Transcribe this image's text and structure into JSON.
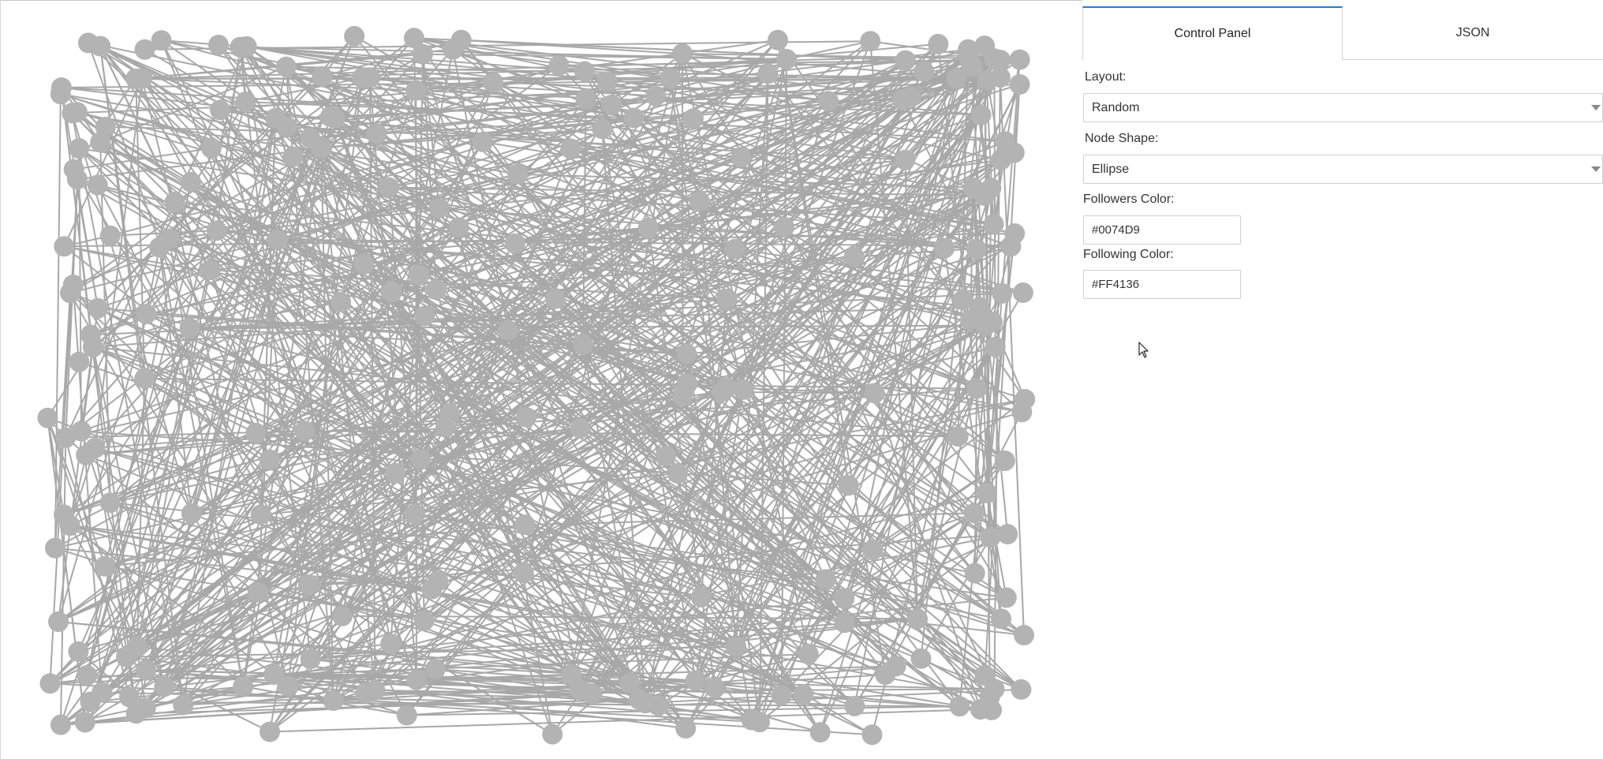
{
  "tabs": [
    {
      "label": "Control Panel",
      "active": true
    },
    {
      "label": "JSON",
      "active": false
    }
  ],
  "controls": {
    "layout": {
      "label": "Layout:",
      "value": "Random"
    },
    "node_shape": {
      "label": "Node Shape:",
      "value": "Ellipse"
    },
    "followers_color": {
      "label": "Followers Color:",
      "value": "#0074D9"
    },
    "following_color": {
      "label": "Following Color:",
      "value": "#FF4136"
    }
  },
  "graph": {
    "node_color": "#b3b3b3",
    "edge_color": "#a8a8a8",
    "node_count": 250,
    "edge_count": 900
  },
  "colors": {
    "tab_accent": "#1f7dd4",
    "border": "#cfcfcf"
  }
}
